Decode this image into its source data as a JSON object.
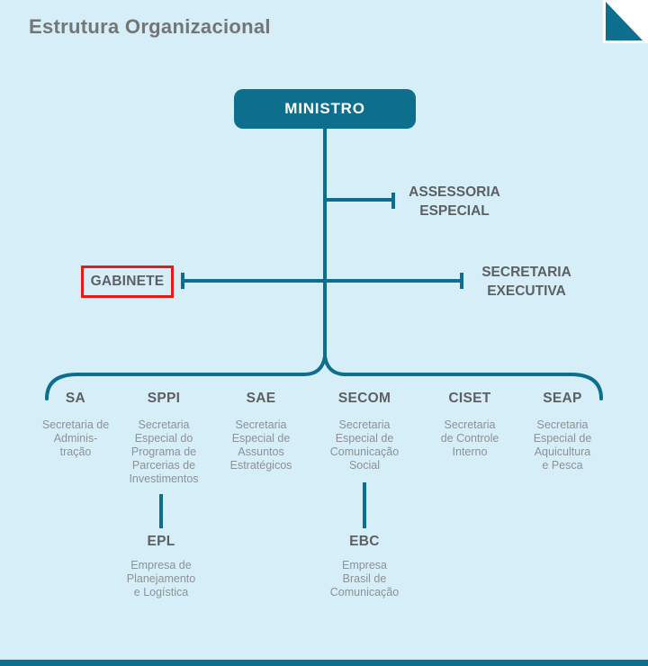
{
  "title": "Estrutura Organizacional",
  "colors": {
    "background": "#d6eef8",
    "line": "#0e6e8e",
    "root_box_fill": "#0e6e8e",
    "root_box_text": "#ffffff",
    "highlight_border": "#e8191d",
    "heading_text": "#737577",
    "label_text": "#5d6063",
    "sublabel_text": "#8d9296",
    "corner_square": "#ffffff",
    "footer_bar": "#0e6e8e"
  },
  "nodes": {
    "ministro": {
      "label": "MINISTRO"
    },
    "assessoria": {
      "lines": [
        "ASSESSORIA",
        "ESPECIAL"
      ]
    },
    "gabinete": {
      "label": "GABINETE",
      "highlighted": true
    },
    "secretaria_executiva": {
      "lines": [
        "SECRETARIA",
        "EXECUTIVA"
      ]
    },
    "sa": {
      "acronym": "SA",
      "name_lines": [
        "Secretaria de",
        "Adminis-",
        "tração"
      ]
    },
    "sppi": {
      "acronym": "SPPI",
      "name_lines": [
        "Secretaria",
        "Especial do",
        "Programa de",
        "Parcerias de",
        "Investimentos"
      ]
    },
    "sae": {
      "acronym": "SAE",
      "name_lines": [
        "Secretaria",
        "Especial de",
        "Assuntos",
        "Estratégicos"
      ]
    },
    "secom": {
      "acronym": "SECOM",
      "name_lines": [
        "Secretaria",
        "Especial de",
        "Comunicação",
        "Social"
      ]
    },
    "ciset": {
      "acronym": "CISET",
      "name_lines": [
        "Secretaria",
        "de Controle",
        "Interno"
      ]
    },
    "seap": {
      "acronym": "SEAP",
      "name_lines": [
        "Secretaria",
        "Especial de",
        "Aquicultura",
        "e Pesca"
      ]
    },
    "epl": {
      "acronym": "EPL",
      "name_lines": [
        "Empresa de",
        "Planejamento",
        "e Logística"
      ],
      "parent": "SPPI"
    },
    "ebc": {
      "acronym": "EBC",
      "name_lines": [
        "Empresa",
        "Brasil de",
        "Comunicação"
      ],
      "parent": "SECOM"
    }
  }
}
